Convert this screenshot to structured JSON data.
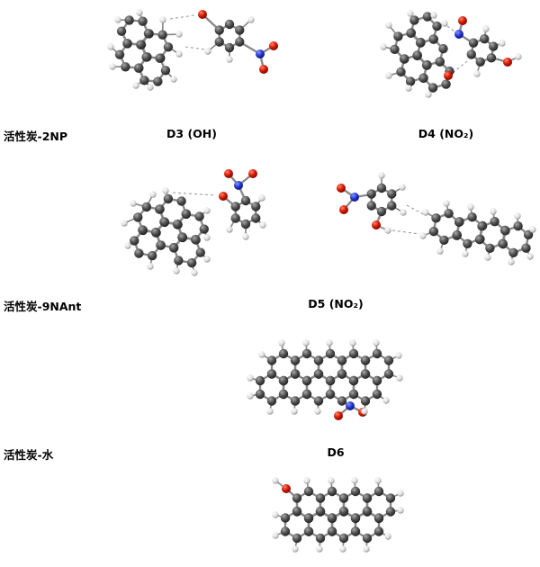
{
  "sections": [
    {
      "side_label": "活性炭-2NP",
      "complex_labels": [
        "D3 (OH)",
        "D4 (NO₂)"
      ]
    },
    {
      "side_label": "活性炭-9NAnt",
      "complex_labels": [
        "D5 (NO₂)"
      ]
    },
    {
      "side_label": "活性炭-水",
      "complex_labels": [
        "D6"
      ]
    }
  ],
  "colors": {
    "carbon": "#4c4c4c",
    "hydrogen": "#dcdcdc",
    "oxygen": "#d41400",
    "nitrogen": "#2233cc",
    "bond": "#8a8a8a",
    "contact": "#9a9a9a",
    "background": "#ffffff",
    "label": "#000000"
  },
  "molecules": {
    "d3": {
      "rings": [
        [
          45,
          62,
          15,
          -25
        ],
        [
          69,
          51,
          15,
          -25
        ],
        [
          47,
          36,
          15,
          -25
        ],
        [
          66,
          77,
          15,
          -25
        ],
        [
          152,
          40,
          13,
          0
        ]
      ],
      "atoms": [
        [
          122,
          16,
          "O"
        ],
        [
          186,
          60,
          "N"
        ],
        [
          201,
          51,
          "O",
          186,
          60
        ],
        [
          190,
          77,
          "O",
          186,
          60
        ],
        [
          176,
          22,
          "H"
        ],
        [
          152,
          66,
          "H"
        ],
        [
          128,
          57,
          "H"
        ],
        [
          28,
          22,
          "H"
        ],
        [
          52,
          14,
          "H"
        ],
        [
          78,
          22,
          "H"
        ],
        [
          96,
          38,
          "H"
        ],
        [
          96,
          60,
          "H"
        ],
        [
          90,
          88,
          "H"
        ],
        [
          64,
          97,
          "H"
        ],
        [
          48,
          95,
          "H"
        ],
        [
          22,
          74,
          "H"
        ],
        [
          20,
          52,
          "H"
        ]
      ],
      "dashes": [
        [
          86,
          21,
          113,
          17
        ],
        [
          103,
          52,
          125,
          55
        ]
      ]
    },
    "d4": {
      "rings": [
        [
          55,
          45,
          15,
          15
        ],
        [
          80,
          52,
          15,
          15
        ],
        [
          62,
          70,
          15,
          15
        ],
        [
          73,
          27,
          15,
          15
        ],
        [
          87,
          77,
          15,
          15
        ],
        [
          138,
          50,
          13,
          10
        ]
      ],
      "atoms": [
        [
          112,
          32,
          "N",
          128,
          42
        ],
        [
          116,
          17,
          "O",
          112,
          32
        ],
        [
          100,
          78,
          "O"
        ],
        [
          166,
          63,
          "O",
          148,
          58
        ],
        [
          178,
          57,
          "H",
          166,
          63
        ],
        [
          142,
          26,
          "H"
        ],
        [
          160,
          42,
          "H"
        ],
        [
          132,
          76,
          "H"
        ],
        [
          34,
          22,
          "H"
        ],
        [
          58,
          9,
          "H"
        ],
        [
          84,
          11,
          "H"
        ],
        [
          96,
          20,
          "H"
        ],
        [
          28,
          46,
          "H"
        ],
        [
          34,
          78,
          "H"
        ],
        [
          56,
          92,
          "H"
        ],
        [
          78,
          99,
          "H"
        ]
      ],
      "dashes": [
        [
          99,
          23,
          107,
          29
        ],
        [
          105,
          75,
          121,
          62
        ]
      ]
    },
    "d5a": {
      "rings": [
        [
          70,
          85,
          15,
          -20
        ],
        [
          94,
          76,
          15,
          -20
        ],
        [
          74,
          59,
          15,
          -20
        ],
        [
          90,
          102,
          15,
          -20
        ],
        [
          46,
          94,
          15,
          -20
        ],
        [
          50,
          68,
          15,
          -20
        ],
        [
          155,
          60,
          13,
          0
        ]
      ],
      "atoms": [
        [
          130,
          42,
          "O",
          144,
          54
        ],
        [
          147,
          30,
          "N"
        ],
        [
          136,
          17,
          "O",
          147,
          30
        ],
        [
          163,
          17,
          "O",
          147,
          30
        ],
        [
          173,
          44,
          "H"
        ],
        [
          174,
          74,
          "H"
        ],
        [
          155,
          87,
          "H"
        ],
        [
          137,
          79,
          "H"
        ],
        [
          66,
          36,
          "H"
        ],
        [
          52,
          40,
          "H"
        ],
        [
          30,
          50,
          "H"
        ],
        [
          20,
          72,
          "H"
        ],
        [
          24,
          97,
          "H"
        ],
        [
          49,
          120,
          "H"
        ],
        [
          78,
          125,
          "H"
        ],
        [
          98,
          127,
          "H"
        ],
        [
          112,
          112,
          "H"
        ],
        [
          112,
          88,
          "H"
        ],
        [
          112,
          58,
          "H"
        ]
      ],
      "dashes": [
        [
          74,
          38,
          122,
          41
        ]
      ]
    },
    "d5b": {
      "rings": [
        [
          68,
          40,
          13,
          0
        ],
        [
          140,
          70,
          15,
          10
        ],
        [
          166,
          74,
          15,
          10
        ],
        [
          191,
          79,
          15,
          10
        ],
        [
          217,
          84,
          15,
          10
        ]
      ],
      "atoms": [
        [
          38,
          37,
          "N",
          57,
          34
        ],
        [
          23,
          27,
          "O",
          38,
          37
        ],
        [
          26,
          51,
          "O",
          38,
          37
        ],
        [
          62,
          68,
          "O"
        ],
        [
          75,
          74,
          "H",
          62,
          68
        ],
        [
          68,
          13,
          "H"
        ],
        [
          91,
          26,
          "H"
        ],
        [
          92,
          54,
          "H"
        ],
        [
          117,
          54,
          "H"
        ],
        [
          140,
          44,
          "H"
        ],
        [
          114,
          80,
          "H"
        ],
        [
          133,
          97,
          "H"
        ],
        [
          161,
          100,
          "H"
        ],
        [
          167,
          48,
          "H"
        ],
        [
          186,
          104,
          "H"
        ],
        [
          192,
          53,
          "H"
        ],
        [
          219,
          58,
          "H"
        ],
        [
          236,
          73,
          "H"
        ],
        [
          233,
          103,
          "H"
        ],
        [
          212,
          109,
          "H"
        ]
      ],
      "dashes": [
        [
          96,
          46,
          114,
          56
        ],
        [
          80,
          74,
          110,
          78
        ]
      ]
    },
    "d6": {
      "rings": [
        [
          52,
          58,
          15,
          0
        ],
        [
          78,
          58,
          15,
          0
        ],
        [
          104,
          58,
          15,
          0
        ],
        [
          130,
          58,
          15,
          0
        ],
        [
          156,
          58,
          15,
          0
        ],
        [
          39,
          80.5,
          15,
          0
        ],
        [
          65,
          80.5,
          15,
          0
        ],
        [
          91,
          80.5,
          15,
          0
        ],
        [
          117,
          80.5,
          15,
          0
        ],
        [
          143,
          80.5,
          15,
          0
        ]
      ],
      "atoms": [
        [
          126,
          101,
          "N"
        ],
        [
          113,
          112,
          "O",
          126,
          101
        ],
        [
          140,
          108,
          "O",
          126,
          101
        ],
        [
          50,
          31,
          "H"
        ],
        [
          77,
          31,
          "H"
        ],
        [
          103,
          31,
          "H"
        ],
        [
          129,
          31,
          "H"
        ],
        [
          155,
          31,
          "H"
        ],
        [
          180,
          45,
          "H"
        ],
        [
          181,
          70,
          "H"
        ],
        [
          166,
          95,
          "H"
        ],
        [
          142,
          107,
          "H"
        ],
        [
          37,
          107,
          "H"
        ],
        [
          64,
          107,
          "H"
        ],
        [
          90,
          107,
          "H"
        ],
        [
          15,
          70,
          "H"
        ],
        [
          15,
          90,
          "H"
        ],
        [
          28,
          44,
          "H"
        ]
      ],
      "dashes": []
    },
    "m7": {
      "rings": [
        [
          55,
          48,
          15,
          0
        ],
        [
          81,
          48,
          15,
          0
        ],
        [
          107,
          48,
          15,
          0
        ],
        [
          133,
          48,
          15,
          0
        ],
        [
          42,
          70,
          15,
          0
        ],
        [
          68,
          70,
          15,
          0
        ],
        [
          94,
          70,
          15,
          0
        ],
        [
          120,
          70,
          15,
          0
        ]
      ],
      "atoms": [
        [
          30,
          30,
          "O"
        ],
        [
          18,
          21,
          "H",
          30,
          30
        ],
        [
          53,
          21,
          "H"
        ],
        [
          80,
          21,
          "H"
        ],
        [
          106,
          21,
          "H"
        ],
        [
          132,
          21,
          "H"
        ],
        [
          157,
          35,
          "H"
        ],
        [
          157,
          54,
          "H"
        ],
        [
          143,
          83,
          "H"
        ],
        [
          119,
          97,
          "H"
        ],
        [
          93,
          97,
          "H"
        ],
        [
          67,
          97,
          "H"
        ],
        [
          40,
          97,
          "H"
        ],
        [
          18,
          82,
          "H"
        ],
        [
          18,
          59,
          "H"
        ]
      ],
      "dashes": []
    }
  }
}
